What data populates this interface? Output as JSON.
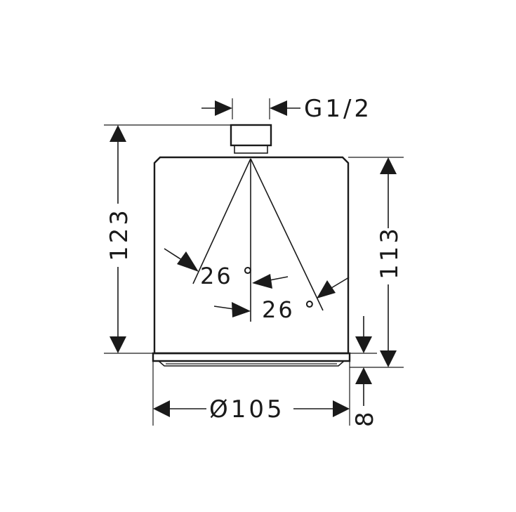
{
  "dimensions": {
    "thread": "G1/2",
    "height_total": "123",
    "height_body": "113",
    "diameter": "Ø105",
    "spray_face_depth": "8"
  },
  "angles": {
    "left": "26 °",
    "right": "26 °"
  }
}
